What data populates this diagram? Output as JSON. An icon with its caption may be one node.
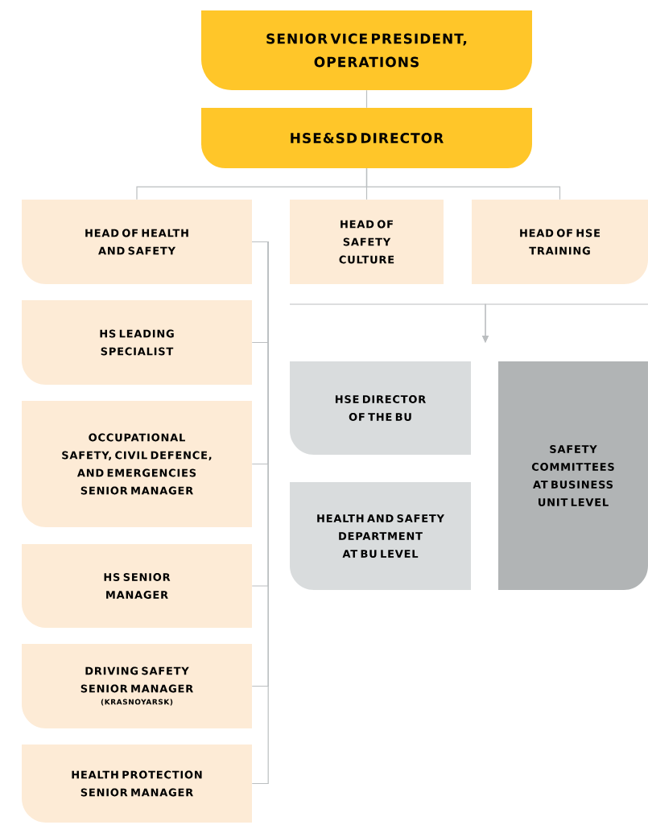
{
  "diagram": {
    "nodes": [
      {
        "text": [
          "SENIOR VICE PRESIDENT, OPERATIONS"
        ]
      },
      {
        "text": [
          "HSE&SD DIRECTOR"
        ]
      },
      {
        "text": [
          "HEAD OF HEALTH AND SAFETY"
        ]
      },
      {
        "text": [
          "HEAD OF SAFETY CULTURE"
        ]
      },
      {
        "text": [
          "HEAD OF HSE TRAINING"
        ]
      },
      {
        "text": [
          "HS LEADING SPECIALIST"
        ]
      },
      {
        "text": [
          "OCCUPATIONAL SAFETY, CIVIL DEFENCE, AND EMERGENCIES SENIOR MANAGER"
        ]
      },
      {
        "text": [
          "HS SENIOR MANAGER"
        ]
      },
      {
        "text": [
          "DRIVING SAFETY SENIOR MANAGER",
          "(KRASNOYARSK)"
        ]
      },
      {
        "text": [
          "HEALTH PROTECTION SENIOR MANAGER"
        ]
      },
      {
        "text": [
          "HSE DIRECTOR OF THE BU"
        ]
      },
      {
        "text": [
          "HEALTH AND SAFETY DEPARTMENT AT BU LEVEL"
        ]
      },
      {
        "text": [
          "SAFETY COMMITTEES AT BUSINESS UNIT LEVEL"
        ]
      }
    ],
    "edges": [
      {
        "from": 0,
        "to": 1,
        "arrow": "none"
      },
      {
        "from": 1,
        "to": 2,
        "arrow": "none"
      },
      {
        "from": 1,
        "to": 3,
        "arrow": "none"
      },
      {
        "from": 1,
        "to": 4,
        "arrow": "none"
      },
      {
        "from": 2,
        "to": 5,
        "arrow": "none"
      },
      {
        "from": 2,
        "to": 6,
        "arrow": "none"
      },
      {
        "from": 2,
        "to": 7,
        "arrow": "none"
      },
      {
        "from": 2,
        "to": 8,
        "arrow": "none"
      },
      {
        "from": 2,
        "to": 9,
        "arrow": "none"
      },
      {
        "from": 3,
        "to": null,
        "arrow": "to"
      },
      {
        "from": 4,
        "to": null,
        "arrow": "to"
      }
    ]
  }
}
